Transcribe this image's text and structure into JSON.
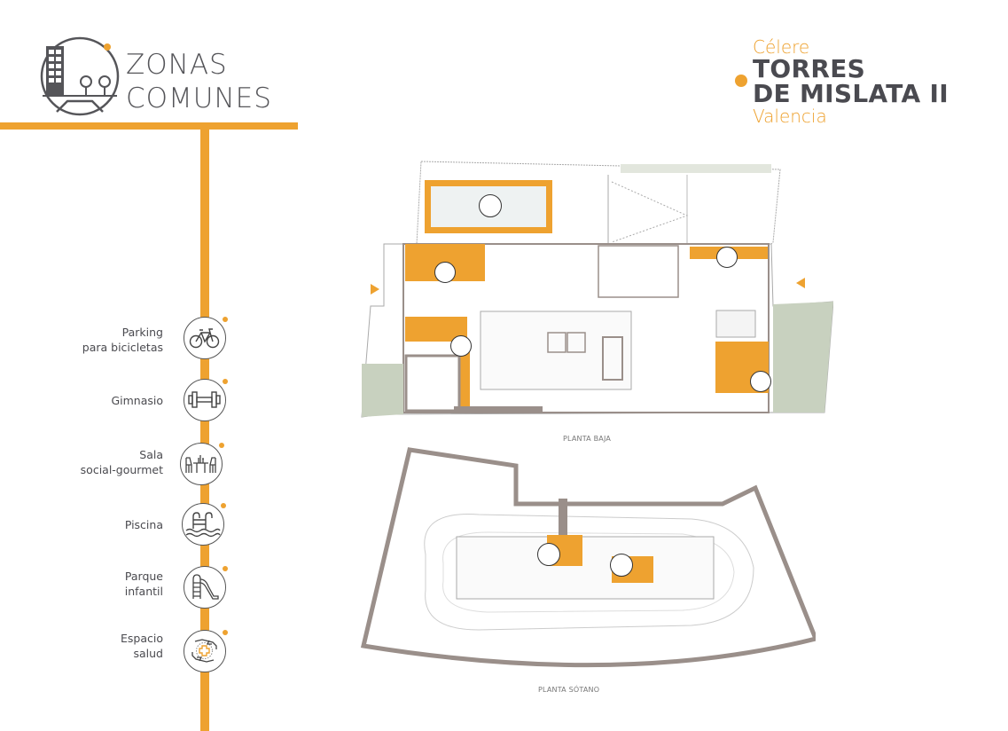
{
  "header": {
    "title_line1": "ZONAS",
    "title_line2": "COMUNES",
    "logo_icon": "building-park-icon"
  },
  "project": {
    "developer": "Célere",
    "name_line1": "TORRES",
    "name_line2": "DE MISLATA II",
    "city": "Valencia",
    "bullet_icon": "orange-dot-icon"
  },
  "colors": {
    "accent": "#eea230",
    "text": "#4a4a4f",
    "wall": "#9a8f8a",
    "garden": "#c8d1bf",
    "pool": "#eef2f2"
  },
  "amenities": [
    {
      "label_line1": "Parking",
      "label_line2": "para bicicletas",
      "icon": "bicycle-icon"
    },
    {
      "label_line1": "Gimnasio",
      "label_line2": "",
      "icon": "dumbbell-icon"
    },
    {
      "label_line1": "Sala",
      "label_line2": "social-gourmet",
      "icon": "dining-table-icon"
    },
    {
      "label_line1": "Piscina",
      "label_line2": "",
      "icon": "pool-ladder-icon"
    },
    {
      "label_line1": "Parque",
      "label_line2": "infantil",
      "icon": "slide-icon"
    },
    {
      "label_line1": "Espacio",
      "label_line2": "salud",
      "icon": "health-hands-icon"
    }
  ],
  "plans": {
    "ground_floor_label": "PLANTA BAJA",
    "basement_label": "PLANTA SÓTANO"
  }
}
